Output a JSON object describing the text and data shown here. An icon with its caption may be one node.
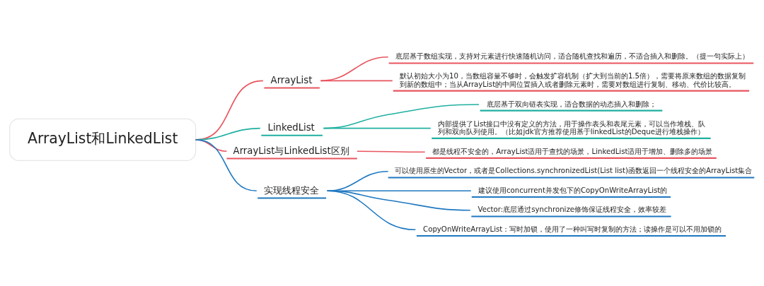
{
  "diagram": {
    "nodes": [
      {
        "text": [
          "ArrayList和LinkedList"
        ]
      },
      {
        "text": [
          "ArrayList"
        ]
      },
      {
        "text": [
          "底层基于数组实现，支持对元素进行快速随机访问，适合随机查找和遍历，不适合插入和删除。（提一句实际上）"
        ]
      },
      {
        "text": [
          "默认初始大小为10，当数组容量不够时，会触发扩容机制（扩大到当前的1.5倍），需要将原来数组的数据复制到新的数组中；当从ArrayList的中间位置插入或者删除元素时，需要对数组进行复制、移动、代价比较高。"
        ]
      },
      {
        "text": [
          "LinkedList"
        ]
      },
      {
        "text": [
          "底层基于双向链表实现，适合数据的动态插入和删除；"
        ]
      },
      {
        "text": [
          "内部提供了List接口中没有定义的方法，用于操作表头和表尾元素，可以当作堆栈、队列和双向队列使用。（比如jdk官方推荐使用基于linkedList的Deque进行堆栈操作）"
        ]
      },
      {
        "text": [
          "ArrayList与LinkedList区别"
        ]
      },
      {
        "text": [
          "都是线程不安全的，ArrayList适用于查找的场景，LinkedList适用于增加、删除多的场景"
        ]
      },
      {
        "text": [
          "实现线程安全"
        ]
      },
      {
        "text": [
          "可以使用原生的Vector，或者是Collections.synchronizedList(List list)函数返回一个线程安全的ArrayList集合"
        ]
      },
      {
        "text": [
          "建议使用concurrent并发包下的CopyOnWriteArrayList的"
        ]
      },
      {
        "text": [
          "Vector:底层通过synchronize修饰保证线程安全，效率较差"
        ]
      },
      {
        "text": [
          "CopyOnWriteArrayList：写时加锁，使用了一种叫写时复制的方法；读操作是可以不用加锁的"
        ]
      }
    ],
    "edges": [
      {
        "from": 0,
        "to": 1,
        "arrow": "none",
        "color": "#e8555f"
      },
      {
        "from": 1,
        "to": 2,
        "arrow": "none",
        "color": "#e8555f"
      },
      {
        "from": 1,
        "to": 3,
        "arrow": "none",
        "color": "#e8555f"
      },
      {
        "from": 0,
        "to": 4,
        "arrow": "none",
        "color": "#1fb0a0"
      },
      {
        "from": 4,
        "to": 5,
        "arrow": "none",
        "color": "#1fb0a0"
      },
      {
        "from": 4,
        "to": 6,
        "arrow": "none",
        "color": "#1fb0a0"
      },
      {
        "from": 0,
        "to": 7,
        "arrow": "none",
        "color": "#e8555f"
      },
      {
        "from": 7,
        "to": 8,
        "arrow": "none",
        "color": "#e8555f"
      },
      {
        "from": 0,
        "to": 9,
        "arrow": "none",
        "color": "#1f78c0"
      },
      {
        "from": 9,
        "to": 10,
        "arrow": "none",
        "color": "#1f78c0"
      },
      {
        "from": 9,
        "to": 11,
        "arrow": "none",
        "color": "#1f78c0"
      },
      {
        "from": 9,
        "to": 12,
        "arrow": "none",
        "color": "#1f78c0"
      },
      {
        "from": 9,
        "to": 13,
        "arrow": "none",
        "color": "#1f78c0"
      }
    ]
  }
}
